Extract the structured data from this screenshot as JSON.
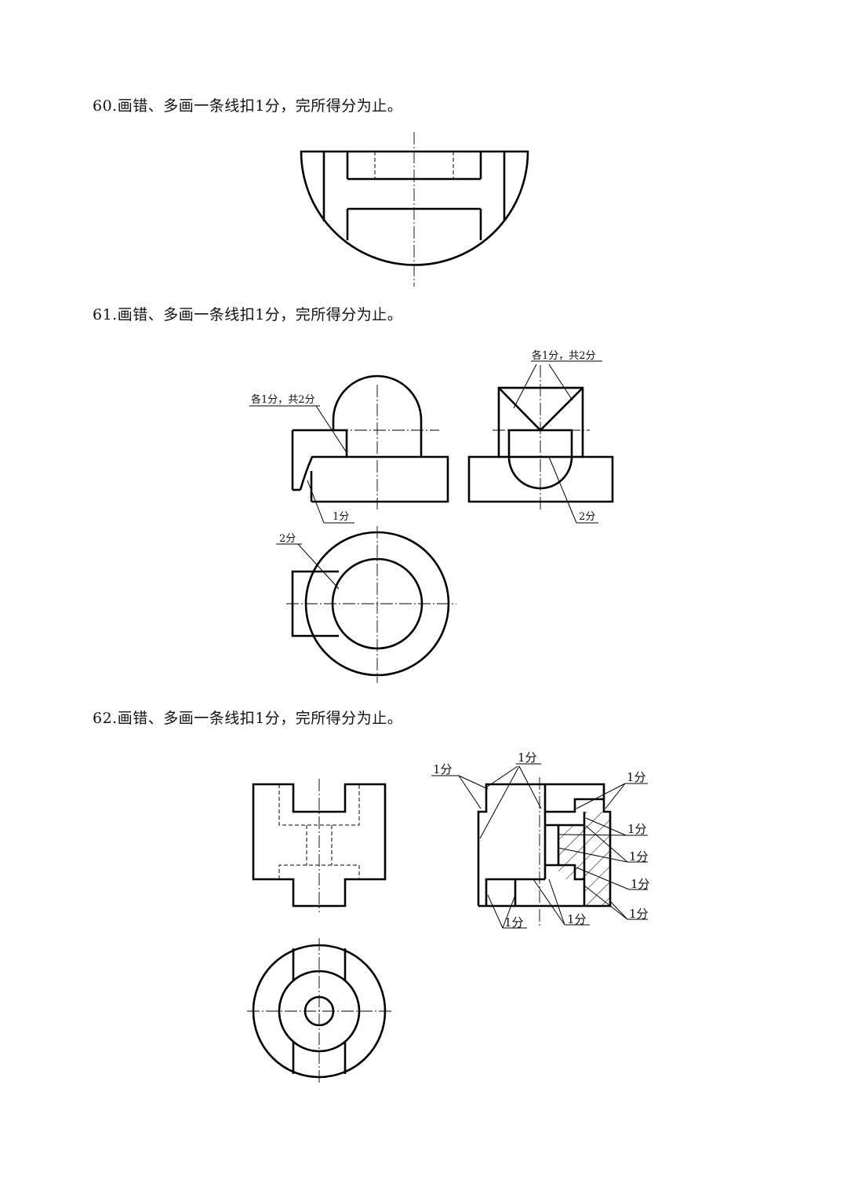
{
  "questions": [
    {
      "title": "60.画错、多画一条线扣1分，完所得分为止。"
    },
    {
      "title": "61.画错、多画一条线扣1分，完所得分为止。"
    },
    {
      "title": "62.画错、多画一条线扣1分，完所得分为止。"
    }
  ],
  "q61": {
    "front_note": "各1分，共2分",
    "side_note": "各1分，共2分",
    "front_bottom": "1分",
    "side_bottom": "2分",
    "top_note": "2分"
  },
  "q62": {
    "left_top": "1分",
    "center_top": "1分",
    "right_top": "1分",
    "right_1": "1分",
    "right_2": "1分",
    "right_3": "1分",
    "right_4": "1分",
    "bottom_1": "1分",
    "bottom_2": "1分"
  }
}
